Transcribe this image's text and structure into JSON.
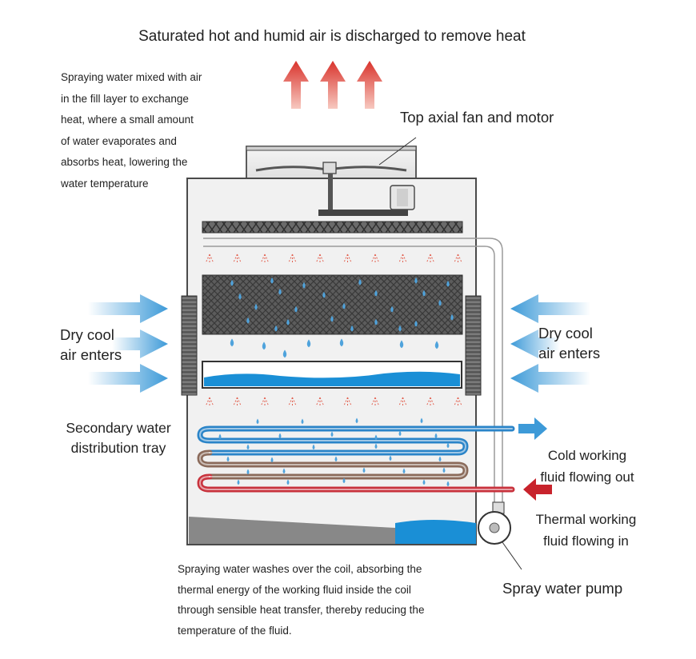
{
  "labels": {
    "title": "Saturated hot and humid air is discharged to remove heat",
    "fill_note": "Spraying water mixed with air\nin the fill layer to exchange\nheat, where a small amount\nof water evaporates and\nabsorbs heat, lowering the\nwater temperature",
    "fan": "Top axial fan and motor",
    "dry_air_left": "Dry cool\nair enters",
    "dry_air_right": "Dry cool\nair enters",
    "secondary_tray": "Secondary water\ndistribution tray",
    "cold_out": "Cold working\nfluid flowing out",
    "hot_in": "Thermal working\nfluid flowing in",
    "pump": "Spray water pump",
    "coil_note": "Spraying water washes over the coil, absorbing the\nthermal energy of the working fluid inside the coil\nthrough sensible heat transfer, thereby reducing the\ntemperature of the fluid."
  },
  "colors": {
    "exhaust_arrow": "#d9332c",
    "air_arrow": "#3d9ad8",
    "hot_arrow": "#c8232c",
    "water": "#1a8fd6",
    "drop": "#4fa3dc",
    "spray": "#e2604f",
    "coil_cold": "#2a84c8",
    "coil_mid": "#8a6a5a",
    "coil_hot": "#c8323c",
    "casing": "#4a4a4a",
    "fill": "#555555",
    "interior": "#f1f1f1",
    "sump_sludge": "#888888"
  },
  "icons": {
    "exhaust": "up-arrow-icon",
    "air_in": "right-arrow-icon",
    "fluid_out": "right-arrow-icon",
    "fluid_in": "left-arrow-icon",
    "pump": "pump-icon",
    "fan": "fan-icon",
    "motor": "motor-icon"
  }
}
